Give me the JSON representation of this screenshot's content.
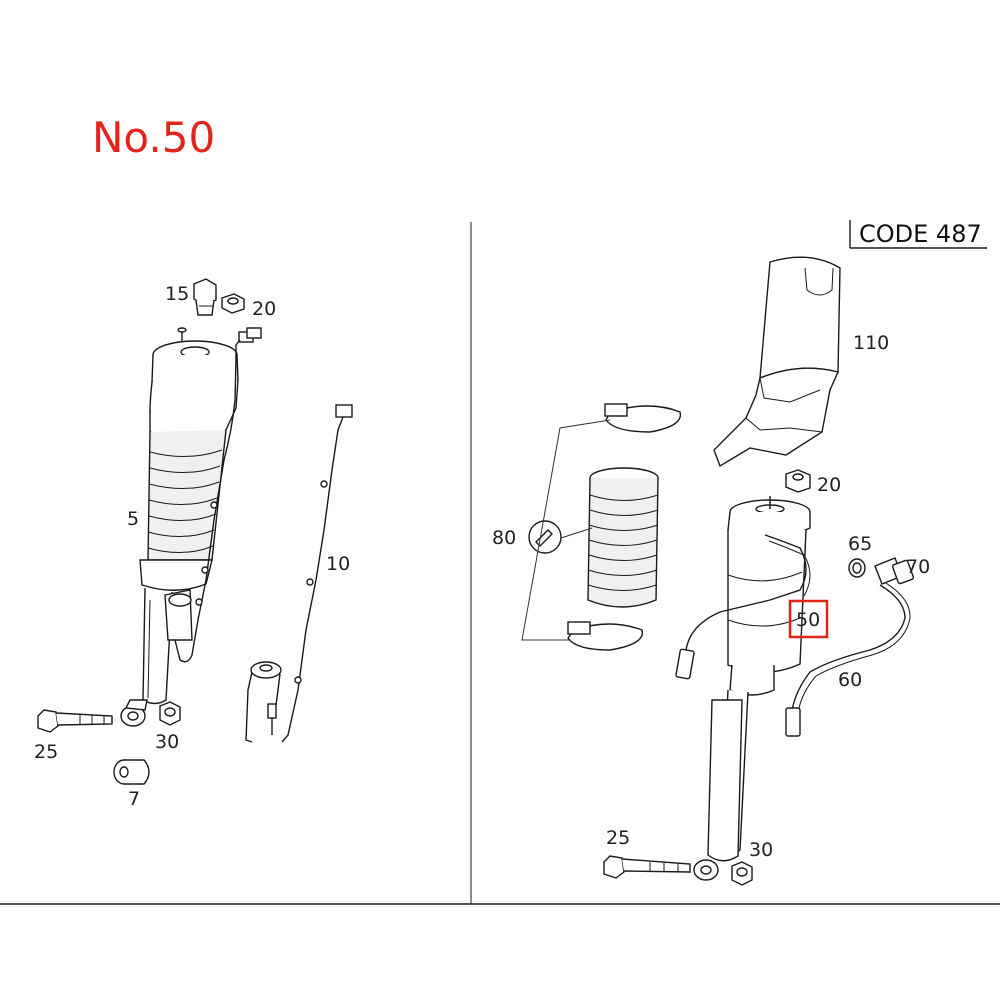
{
  "headline": "No.50",
  "code_box": "CODE 487",
  "colors": {
    "highlight": "#e3241b",
    "line": "#1a1a1a"
  },
  "left_labels": {
    "l15": "15",
    "l20": "20",
    "l5": "5",
    "l10": "10",
    "l25": "25",
    "l30": "30",
    "l7": "7"
  },
  "right_labels": {
    "r110": "110",
    "r20": "20",
    "r80": "80",
    "r65": "65",
    "r70": "70",
    "r50": "50",
    "r60": "60",
    "r25": "25",
    "r30": "30"
  }
}
